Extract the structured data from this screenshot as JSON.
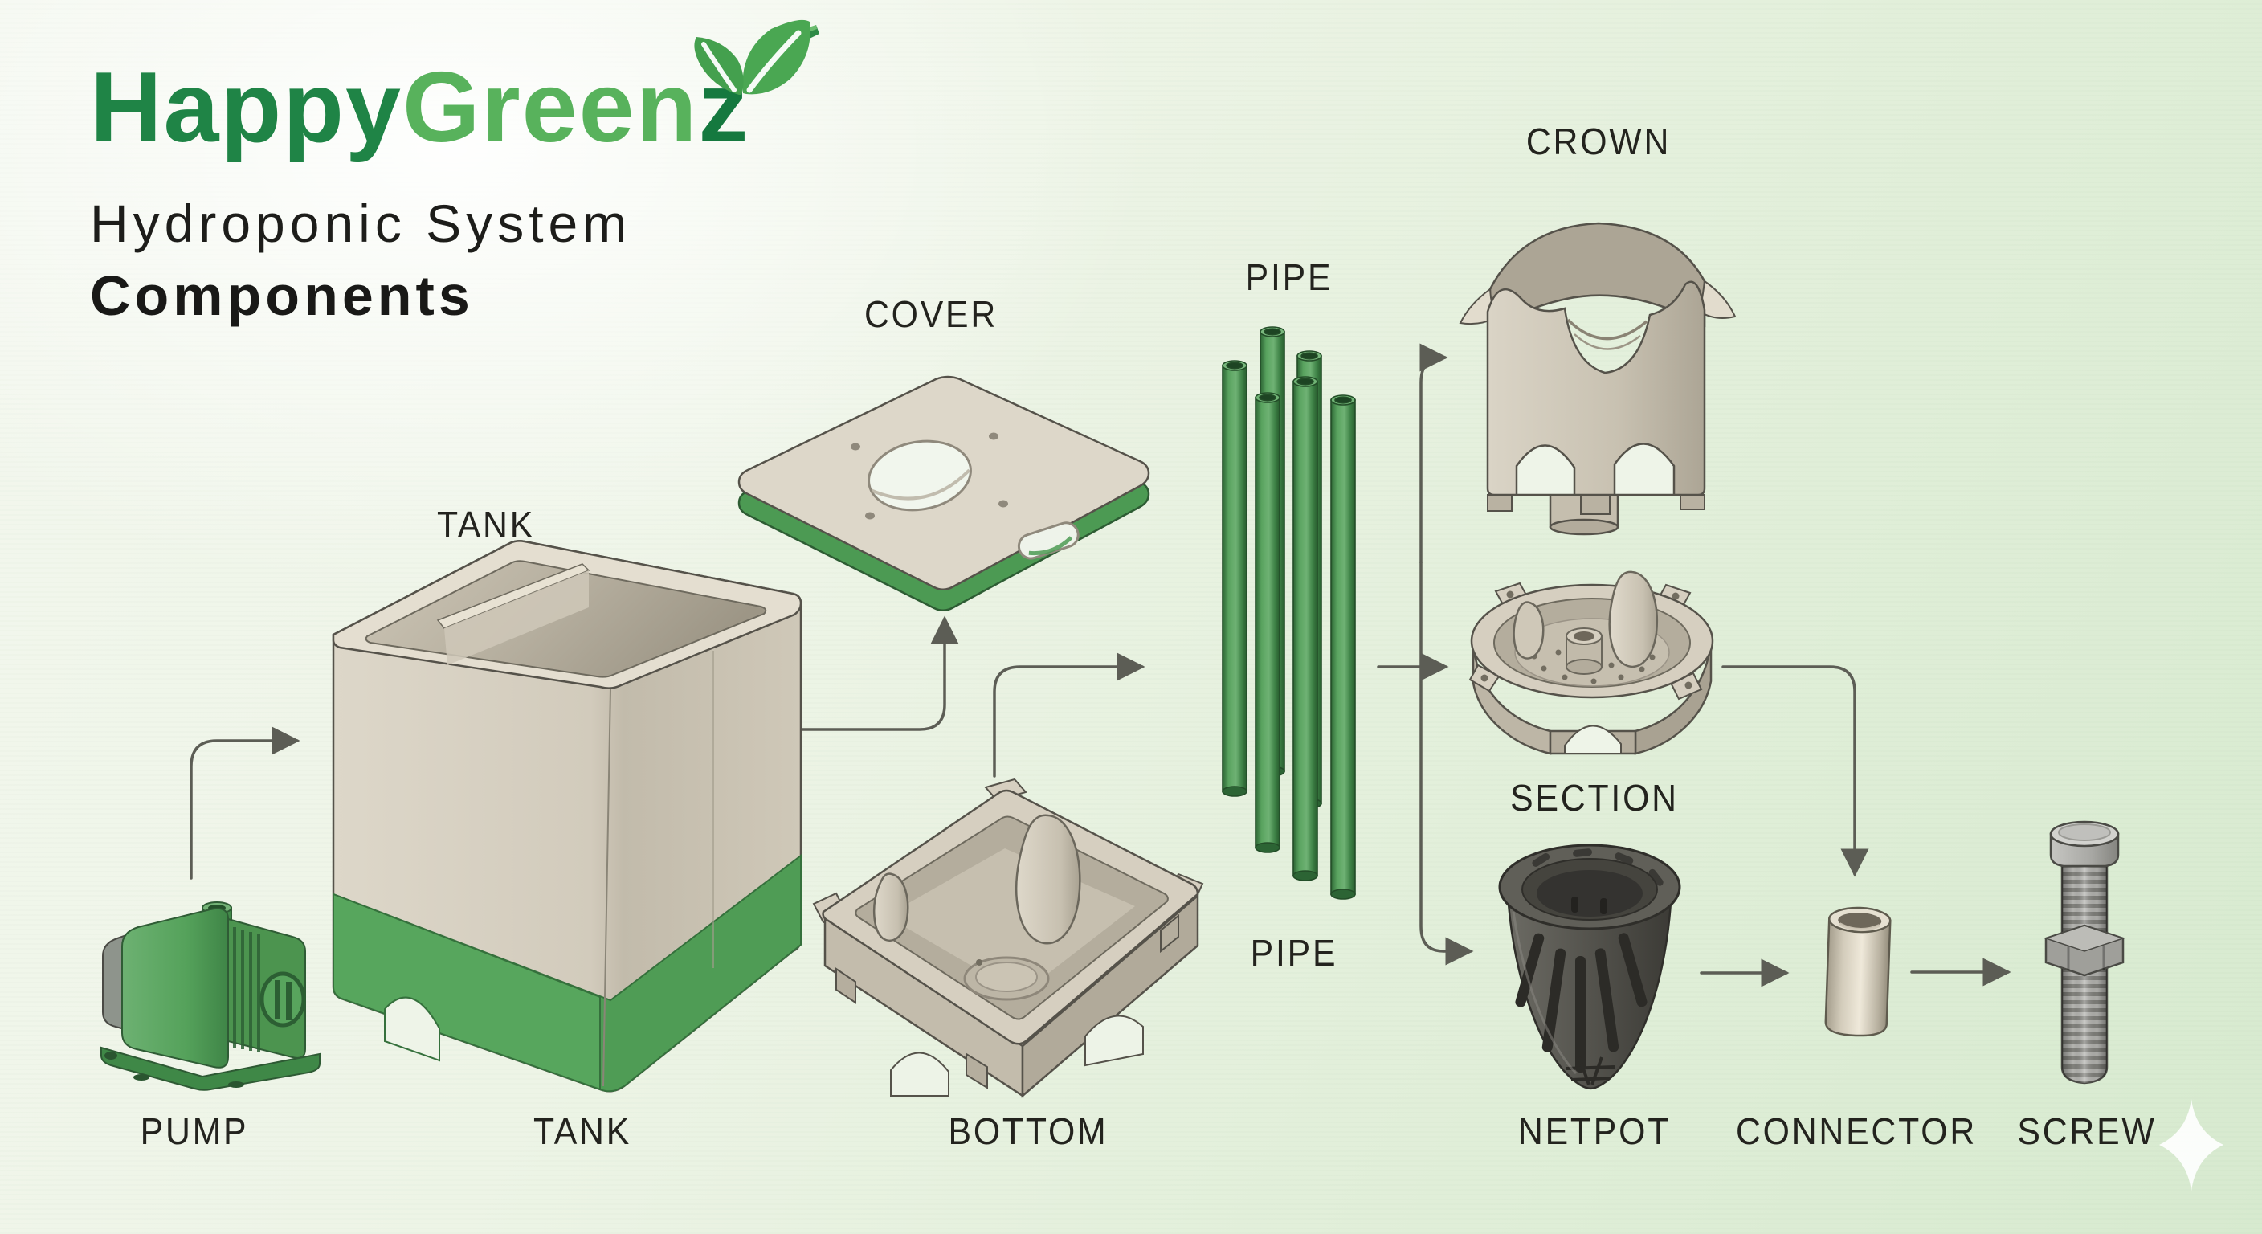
{
  "logo": {
    "brand_part1": "Happy",
    "brand_part2": "Green",
    "brand_part3": "z",
    "tagline_line1": "Hydroponic System",
    "tagline_line2": "Components"
  },
  "labels": {
    "pump": "PUMP",
    "tank_top": "TANK",
    "tank_bottom": "TANK",
    "cover": "COVER",
    "bottom": "BOTTOM",
    "pipe_top": "PIPE",
    "pipe_bottom": "PIPE",
    "crown": "CROWN",
    "section": "SECTION",
    "netpot": "NETPOT",
    "connector": "CONNECTOR",
    "screw": "SCREW"
  },
  "connections": [
    {
      "from": "PUMP",
      "to": "TANK"
    },
    {
      "from": "TANK",
      "to": "COVER"
    },
    {
      "from": "BOTTOM",
      "to": "PIPE"
    },
    {
      "from": "PIPE",
      "to": "CROWN"
    },
    {
      "from": "PIPE",
      "to": "SECTION"
    },
    {
      "from": "PIPE",
      "to": "NETPOT"
    },
    {
      "from": "SECTION",
      "to": "CONNECTOR"
    },
    {
      "from": "NETPOT",
      "to": "CONNECTOR"
    },
    {
      "from": "CONNECTOR",
      "to": "SCREW"
    }
  ],
  "colors": {
    "brand_dark_green": "#1f8446",
    "brand_light_green": "#58b25c",
    "accent_green": "#4f9e56",
    "part_beige": "#d8d2c4",
    "netpot_gray": "#55544f",
    "screw_gray": "#9c9c98",
    "arrow_gray": "#5c5d55",
    "text_dark": "#23231e",
    "background_tint": "#e7f1df"
  }
}
